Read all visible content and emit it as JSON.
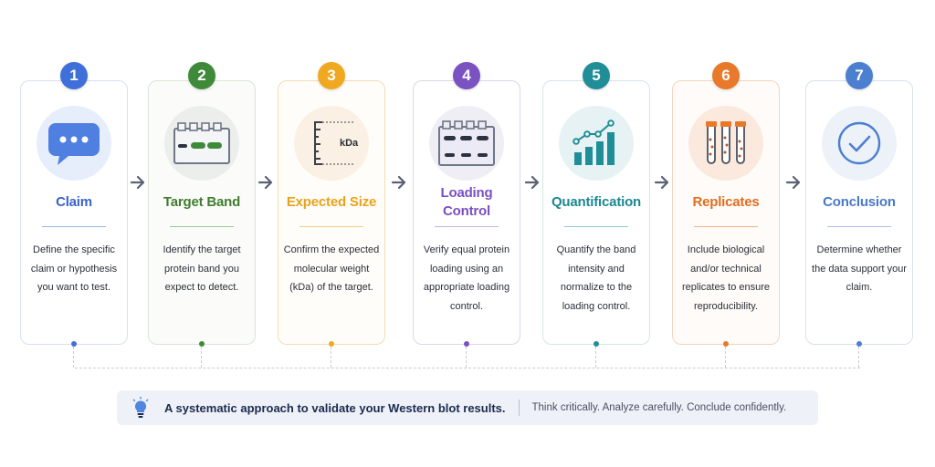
{
  "steps": [
    {
      "number": "1",
      "title": "Claim",
      "description": "Define the specific claim or hypothesis you want to test.",
      "color": "#3f6fd8",
      "tint": "#eaf0fb",
      "icon": "speech-bubble-icon"
    },
    {
      "number": "2",
      "title": "Target Band",
      "description": "Identify the target protein band you expect to detect.",
      "color": "#3f8a3a",
      "tint": "#eef0ee",
      "icon": "gel-lane-icon"
    },
    {
      "number": "3",
      "title": "Expected Size",
      "description": "Confirm the expected molecular weight (kDa) of the target.",
      "color": "#f0a821",
      "tint": "#fdf3e6",
      "icon": "molecular-weight-ladder-icon",
      "icon_label": "kDa"
    },
    {
      "number": "4",
      "title": "Loading Control",
      "description": "Verify equal protein loading using an appropriate loading control.",
      "color": "#7b52c1",
      "tint": "#efeef4",
      "icon": "loading-control-gel-icon"
    },
    {
      "number": "5",
      "title": "Quantification",
      "description": "Quantify the band intensity and normalize to the loading control.",
      "color": "#1f8e96",
      "tint": "#e8f3f4",
      "icon": "bar-chart-trend-icon"
    },
    {
      "number": "6",
      "title": "Replicates",
      "description": "Include biological and/or technical replicates to ensure reproducibility.",
      "color": "#e8792b",
      "tint": "#fbece2",
      "icon": "test-tubes-icon"
    },
    {
      "number": "7",
      "title": "Conclusion",
      "description": "Determine whether the data support your claim.",
      "color": "#4d7fd0",
      "tint": "#eef2f9",
      "icon": "check-circle-icon"
    }
  ],
  "footer": {
    "icon": "lightbulb-icon",
    "main_text": "A systematic approach to validate your Western blot results.",
    "sub_text": "Think critically. Analyze carefully. Conclude confidently.",
    "background": "#eef1f8"
  }
}
